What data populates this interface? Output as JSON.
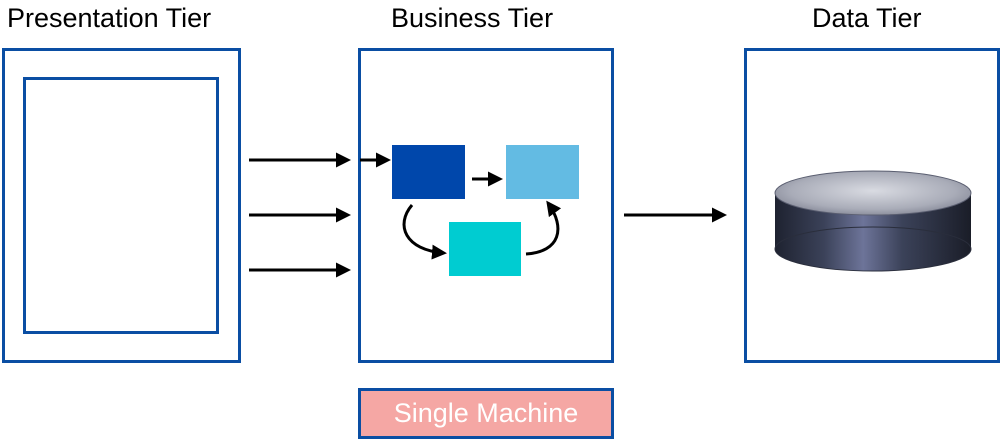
{
  "tiers": {
    "presentation": {
      "title": "Presentation Tier"
    },
    "business": {
      "title": "Business Tier"
    },
    "data": {
      "title": "Data Tier"
    }
  },
  "machine_label": "Single Machine",
  "colors": {
    "tier_border": "#0a4ea3",
    "process_dark": "#0047ab",
    "process_light": "#63bbe3",
    "process_cyan": "#00ccd1",
    "machine_fill": "#f5a7a4",
    "machine_text": "#ffffff",
    "arrow": "#000000"
  },
  "icons": {
    "database": "database-cylinder-icon"
  }
}
